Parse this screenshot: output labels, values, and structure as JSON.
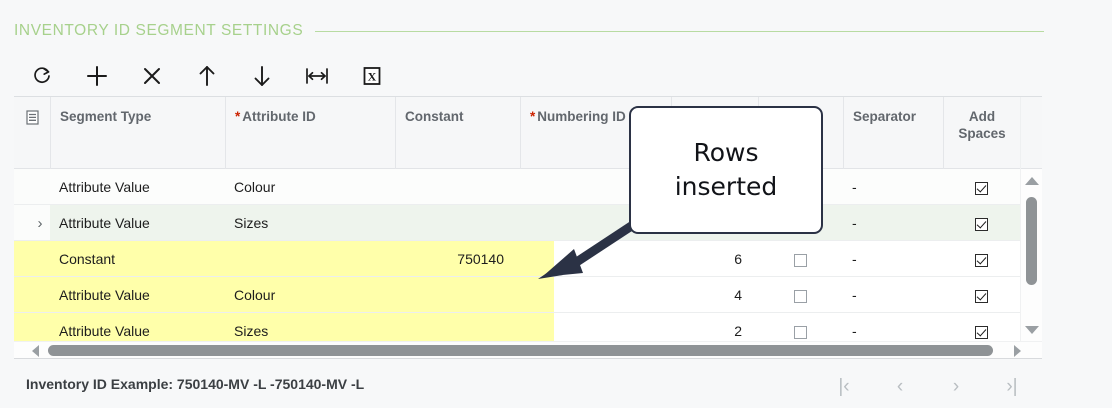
{
  "section": {
    "title": "INVENTORY ID SEGMENT SETTINGS",
    "accent_color": "#a7d18c"
  },
  "toolbar": {
    "buttons": [
      {
        "name": "refresh-icon",
        "label": "Refresh"
      },
      {
        "name": "add-icon",
        "label": "Add Row"
      },
      {
        "name": "delete-icon",
        "label": "Delete Row"
      },
      {
        "name": "move-up-icon",
        "label": "Move Up"
      },
      {
        "name": "move-down-icon",
        "label": "Move Down"
      },
      {
        "name": "fit-columns-icon",
        "label": "Adjust Column Widths"
      },
      {
        "name": "export-excel-icon",
        "label": "Export to Excel"
      }
    ]
  },
  "grid": {
    "columns": [
      {
        "key": "selector",
        "label": "",
        "required": false
      },
      {
        "key": "segment_type",
        "label": "Segment Type",
        "required": false
      },
      {
        "key": "attribute_id",
        "label": "Attribute ID",
        "required": true
      },
      {
        "key": "constant",
        "label": "Constant",
        "required": false
      },
      {
        "key": "numbering_id",
        "label": "Numbering ID",
        "required": true
      },
      {
        "key": "length",
        "label": "",
        "required": false
      },
      {
        "key": "editable",
        "label": "",
        "required": false
      },
      {
        "key": "separator",
        "label": "Separator",
        "required": false
      },
      {
        "key": "add_spaces",
        "label": "Add Spaces",
        "required": false
      }
    ],
    "rows": [
      {
        "segment_type": "Attribute Value",
        "attribute_id": "Colour",
        "constant": "",
        "numbering_id": "",
        "length": "",
        "editable": "",
        "separator": "-",
        "add_spaces": "checked",
        "highlight": "white",
        "expanded": false
      },
      {
        "segment_type": "Attribute Value",
        "attribute_id": "Sizes",
        "constant": "",
        "numbering_id": "",
        "length": "",
        "editable": "",
        "separator": "-",
        "add_spaces": "checked",
        "highlight": "green",
        "expanded": true
      },
      {
        "segment_type": "Constant",
        "attribute_id": "",
        "constant": "750140",
        "numbering_id": "",
        "length": "6",
        "editable": "unchecked",
        "separator": "-",
        "add_spaces": "checked",
        "highlight": "yellow",
        "expanded": false
      },
      {
        "segment_type": "Attribute Value",
        "attribute_id": "Colour",
        "constant": "",
        "numbering_id": "",
        "length": "4",
        "editable": "unchecked",
        "separator": "-",
        "add_spaces": "checked",
        "highlight": "yellow",
        "expanded": false
      },
      {
        "segment_type": "Attribute Value",
        "attribute_id": "Sizes",
        "constant": "",
        "numbering_id": "",
        "length": "2",
        "editable": "unchecked",
        "separator": "-",
        "add_spaces": "checked",
        "highlight": "yellow",
        "expanded": false
      }
    ]
  },
  "callout": {
    "line1": "Rows",
    "line2": "inserted",
    "border_color": "#2b3245"
  },
  "footer": {
    "example_label": "Inventory ID Example: 750140-MV -L -750140-MV -L",
    "pager": [
      {
        "name": "first-page-button",
        "glyph": "|‹"
      },
      {
        "name": "prev-page-button",
        "glyph": "‹"
      },
      {
        "name": "next-page-button",
        "glyph": "›"
      },
      {
        "name": "last-page-button",
        "glyph": "›|"
      }
    ]
  }
}
